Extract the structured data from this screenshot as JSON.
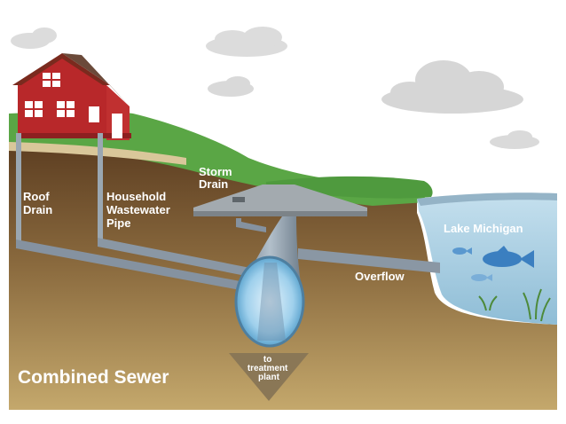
{
  "labels": {
    "roof_drain": [
      "Roof",
      "Drain"
    ],
    "household_pipe": [
      "Household",
      "Wastewater",
      "Pipe"
    ],
    "storm_drain": [
      "Storm",
      "Drain"
    ],
    "lake": "Lake Michigan",
    "overflow": "Overflow",
    "treatment": [
      "to",
      "treatment",
      "plant"
    ],
    "title": "Combined Sewer"
  },
  "colors": {
    "sky": "#ffffff",
    "grass": "#5fa84a",
    "grass_dark": "#4a9a3c",
    "soil_top": "#6b4a2a",
    "soil_bottom": "#b89a60",
    "house": "#b8282a",
    "roof": "#7a2a1e",
    "pipe": "#8f9ca8",
    "pipe_dark": "#6f7c88",
    "water": "#a9cde0",
    "fish": "#3b7fc0",
    "street": "#9aa1a6"
  },
  "icons": [
    "house-icon",
    "cloud-icon",
    "fish-icon",
    "arrow-down-icon"
  ]
}
